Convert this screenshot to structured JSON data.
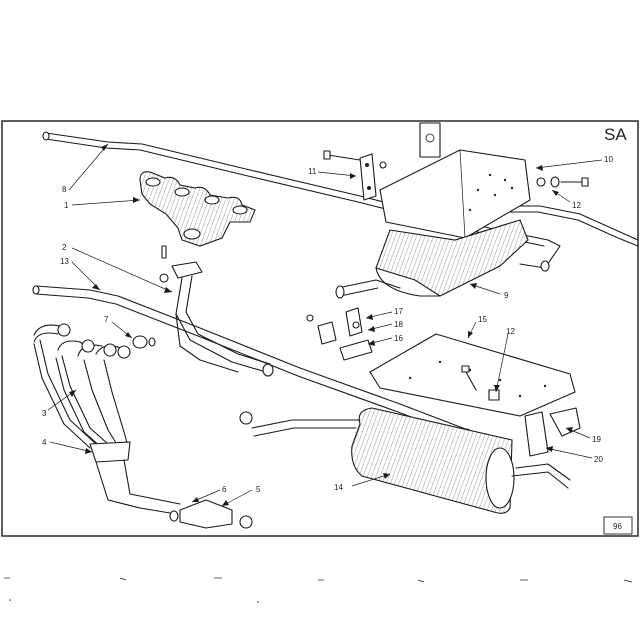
{
  "section_code": "SA",
  "page_number": "96",
  "callouts": {
    "c1": "1",
    "c2": "2",
    "c3": "3",
    "c4": "4",
    "c5": "5",
    "c6": "6",
    "c7": "7",
    "c8": "8",
    "c9": "9",
    "c10": "10",
    "c11": "11",
    "c12a": "12",
    "c12b": "12",
    "c13": "13",
    "c14": "14",
    "c15": "15",
    "c16": "16",
    "c17": "17",
    "c18": "18",
    "c19": "19",
    "c20": "20"
  }
}
